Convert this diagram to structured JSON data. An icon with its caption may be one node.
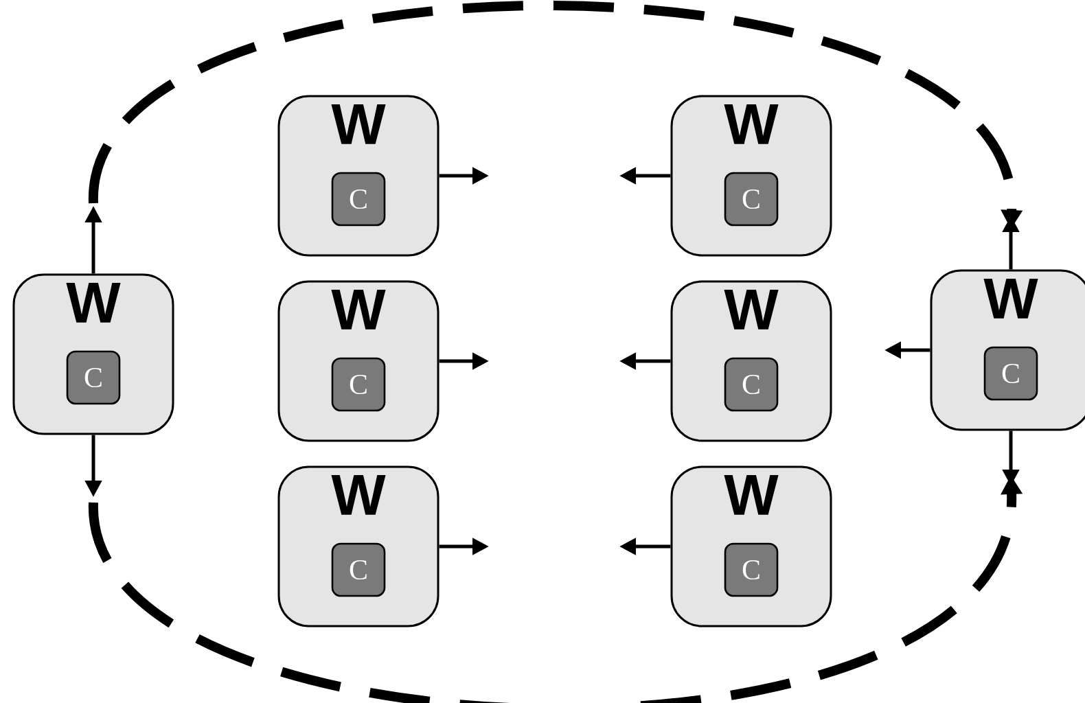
{
  "diagram": {
    "nodes": [
      {
        "text": [
          "W"
        ]
      },
      {
        "text": [
          "C"
        ],
        "in": 0
      },
      {
        "text": [
          "W"
        ]
      },
      {
        "text": [
          "C"
        ],
        "in": 2
      },
      {
        "text": [
          "W"
        ]
      },
      {
        "text": [
          "C"
        ],
        "in": 4
      },
      {
        "text": [
          "W"
        ]
      },
      {
        "text": [
          "C"
        ],
        "in": 6
      },
      {
        "text": [
          "W"
        ]
      },
      {
        "text": [
          "C"
        ],
        "in": 8
      },
      {
        "text": [
          "W"
        ]
      },
      {
        "text": [
          "C"
        ],
        "in": 10
      },
      {
        "text": [
          "W"
        ]
      },
      {
        "text": [
          "C"
        ],
        "in": 12
      },
      {
        "text": [
          "W"
        ]
      },
      {
        "text": [
          "C"
        ],
        "in": 14
      }
    ],
    "edges": [
      {
        "from": 0,
        "to": null,
        "arrow": "to"
      },
      {
        "from": 2,
        "to": null,
        "arrow": "to"
      },
      {
        "from": 4,
        "to": null,
        "arrow": "to"
      },
      {
        "from": 4,
        "to": null,
        "arrow": "to"
      },
      {
        "from": 6,
        "to": null,
        "arrow": "to"
      },
      {
        "from": 8,
        "to": null,
        "arrow": "to"
      },
      {
        "from": 10,
        "to": null,
        "arrow": "to"
      },
      {
        "from": 10,
        "to": null,
        "arrow": "to"
      },
      {
        "from": 10,
        "to": null,
        "arrow": "to"
      },
      {
        "from": 12,
        "to": null,
        "arrow": "to"
      },
      {
        "from": 14,
        "to": null,
        "arrow": "to"
      }
    ]
  }
}
